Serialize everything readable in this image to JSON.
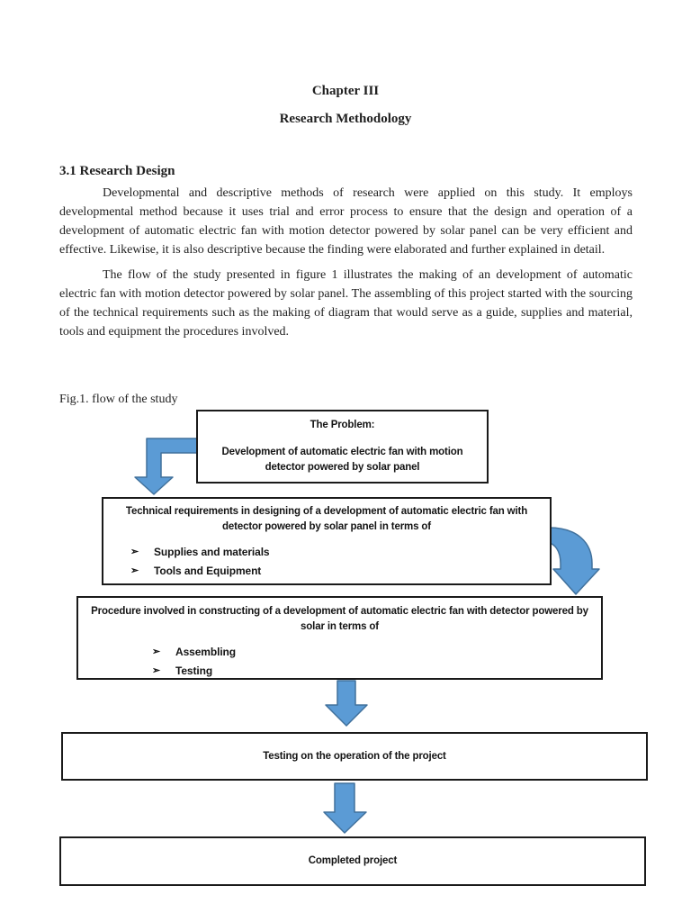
{
  "theme": {
    "page-bg": "#ffffff",
    "text": "#1f1f1f",
    "box-border": "#1a1a1a",
    "arrow-fill": "#5b9bd5",
    "arrow-stroke": "#41719c"
  },
  "document": {
    "title": "Chapter III",
    "subtitle": "Research Methodology",
    "section_heading": "3.1 Research Design",
    "paragraph_1": "Developmental and descriptive methods of research were applied on this study. It employs developmental method because it uses trial and error process to ensure that the design and operation of a development of automatic electric fan with motion detector powered by solar panel can be very efficient and effective. Likewise, it is also descriptive because the finding were elaborated and further explained in detail.",
    "paragraph_2": "The flow of the study presented in figure 1 illustrates the making of an development of automatic electric fan with motion detector powered by solar panel. The assembling of this project started with the sourcing of the technical requirements such as the making of diagram that would serve as a guide, supplies and material, tools and equipment the procedures involved.",
    "figure_caption": "Fig.1. flow of the study"
  },
  "diagram": {
    "bullet_glyph": "➢",
    "arrow_icons": [
      "elbow-arrow-down",
      "curved-arrow-down",
      "down-arrow",
      "down-arrow"
    ],
    "boxes": [
      {
        "title": "The Problem:",
        "text": "Development of automatic electric fan with motion detector powered by solar panel"
      },
      {
        "text": "Technical requirements in designing of a development of automatic electric fan with detector powered by solar panel in terms of",
        "bullets": [
          "Supplies and materials",
          "Tools and Equipment"
        ]
      },
      {
        "text": "Procedure involved in constructing of a development of automatic electric fan with detector powered by solar in terms of",
        "bullets": [
          "Assembling",
          "Testing"
        ]
      },
      {
        "text": "Testing on the operation of the project"
      },
      {
        "text": "Completed project"
      }
    ]
  }
}
